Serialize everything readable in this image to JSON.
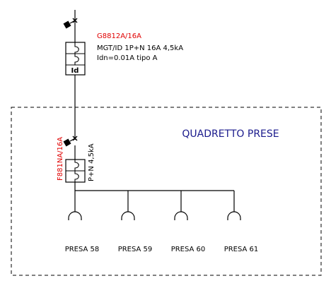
{
  "upstream_breaker": {
    "code": "G8812A/16A",
    "line1": "MGT/ID 1P+N 16A 4,5kA",
    "line2": "Idn=0.01A tipo A",
    "marker": "Id"
  },
  "panel": {
    "title": "QUADRETTO PRESE",
    "breaker_code": "F881NA/16A",
    "breaker_desc": "P+N 4,5kA"
  },
  "outlets": [
    {
      "label": "PRESA 58"
    },
    {
      "label": "PRESA 59"
    },
    {
      "label": "PRESA 60"
    },
    {
      "label": "PRESA 61"
    }
  ],
  "colors": {
    "code_text": "#e00000",
    "panel_title": "#1a1a8c",
    "lines": "#000000"
  }
}
